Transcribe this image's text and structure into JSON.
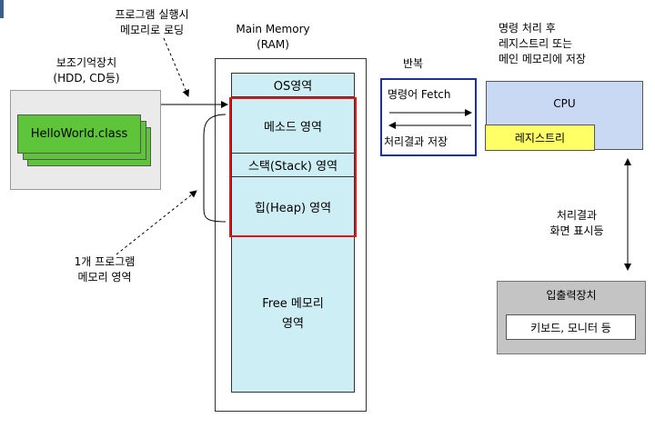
{
  "colors": {
    "accent_bar": "#3a5f8a",
    "memory_fill": "#cdeef4",
    "class_fill": "#5ec43a",
    "cpu_fill": "#c9d9f4",
    "register_fill": "#ffff66",
    "io_fill": "#c4c4c4",
    "region_border": "#ee1111",
    "fetch_border": "#1e2fa0"
  },
  "load_note": {
    "line1": "프로그램 실행시",
    "line2": "메모리로 로딩"
  },
  "storage": {
    "title_line1": "보조기억장치",
    "title_line2": "(HDD, CD등)",
    "file_label": "HelloWorld.class",
    "file_icon": "stacked-file-icon"
  },
  "memory": {
    "title_line1": "Main Memory",
    "title_line2": "(RAM)",
    "os_area": "OS영역",
    "method_area": "메소드 영역",
    "stack_area": "스택(Stack) 영역",
    "heap_area": "힙(Heap) 영역",
    "free_line1": "Free 메모리",
    "free_line2": "영역"
  },
  "program_note": {
    "line1": "1개 프로그램",
    "line2": "메모리 영역"
  },
  "repeat_label": "반복",
  "fetch": {
    "fetch_label": "명령어 Fetch",
    "store_label": "처리결과 저장"
  },
  "cpu_note": {
    "line1": "명령 처리 후",
    "line2": "레지스트리 또는",
    "line3": "메인 메모리에 저장"
  },
  "cpu": {
    "label": "CPU",
    "register_label": "레지스트리"
  },
  "display_note": {
    "line1": "처리결과",
    "line2": "화면 표시등"
  },
  "io": {
    "title": "입출력장치",
    "devices": "키보드, 모니터 등"
  }
}
